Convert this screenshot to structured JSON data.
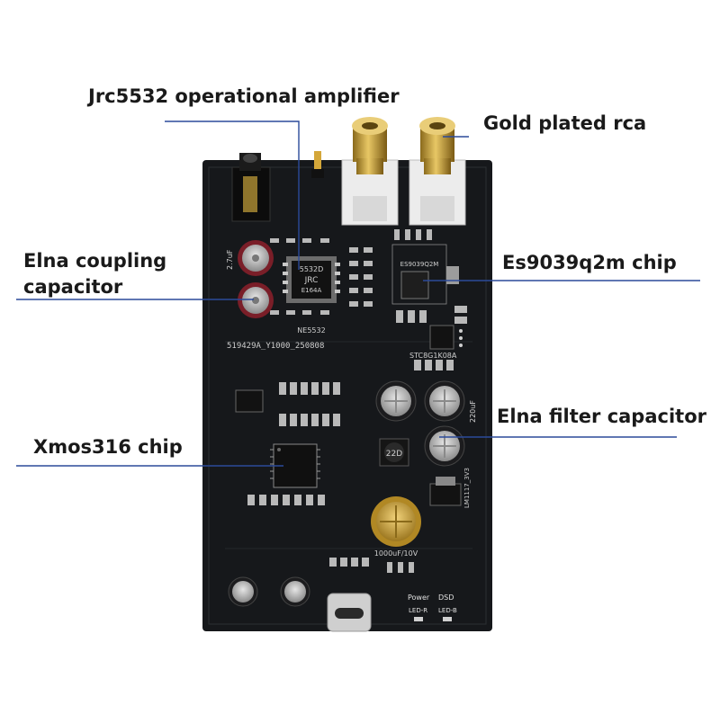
{
  "callouts": {
    "opamp": "Jrc5532 operational amplifier",
    "rca": "Gold plated rca",
    "coupling_line1": "Elna coupling",
    "coupling_line2": "capacitor",
    "dac_chip": "Es9039q2m chip",
    "filter_cap": "Elna filter capacitor",
    "usb_chip": "Xmos316 chip"
  },
  "board_silkscreen": {
    "opamp_marking": "5532D",
    "opamp_brand": "JRC",
    "opamp_code": "E164A",
    "opamp_label": "NE5532",
    "dac_marking": "ES9039Q2M",
    "board_id": "519429A_Y1000_250808",
    "mcu_marking": "STC8G1K08A",
    "regulator": "LM1117_3V3",
    "big_cap": "1000uF/10V",
    "power_led": "Power",
    "dsd_led": "DSD",
    "led_r": "LED-R",
    "led_b": "LED-B",
    "cap_rating": "220uF",
    "inductor": "22D",
    "coupling_value": "2.7uF"
  },
  "colors": {
    "pcb": "#16181b",
    "rca_gold": "#c9a23a",
    "rca_housing": "#ececec",
    "callout_line": "#2b4a9a",
    "coupling_cap": "#7a1e28",
    "filter_cap": "#1c1c1e",
    "big_cap": "#c8a030"
  }
}
